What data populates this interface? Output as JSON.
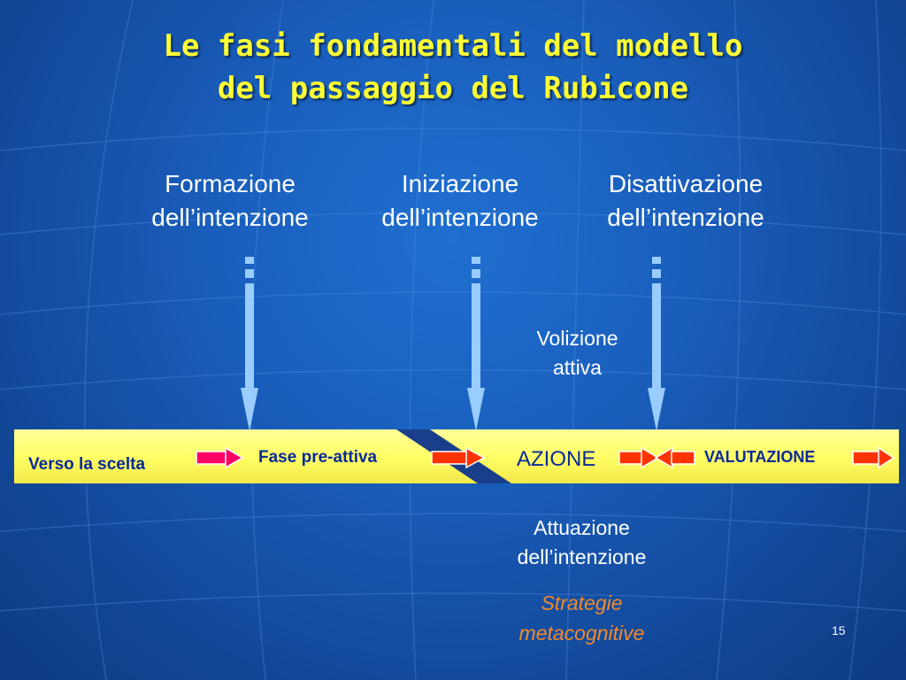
{
  "slide": {
    "title_lines": [
      "Le fasi fondamentali del modello",
      "del passaggio del Rubicone"
    ],
    "page_number": "15"
  },
  "phases": {
    "formazione": [
      "Formazione",
      "dell’intenzione"
    ],
    "iniziazione": [
      "Iniziazione",
      "dell’intenzione"
    ],
    "disattivazione": [
      "Disattivazione",
      "dell’intenzione"
    ]
  },
  "volizione": [
    "Volizione",
    "attiva"
  ],
  "bar": {
    "verso": "Verso la scelta",
    "preattiva": "Fase pre-attiva",
    "azione": "AZIONE",
    "valutazione": "VALUTAZIONE"
  },
  "attuazione": [
    "Attuazione",
    "dell’intenzione"
  ],
  "strategie": [
    "Strategie",
    "metacognitive"
  ],
  "colors": {
    "title": "#ffff33",
    "bar_yellow": "#ffff66",
    "bar_text": "#0a2a9a",
    "arrow_light_blue": "#99ccff",
    "arrow_pink": "#ff0066",
    "arrow_orange_red": "#ff3300",
    "accent_orange": "#f28a2a"
  }
}
